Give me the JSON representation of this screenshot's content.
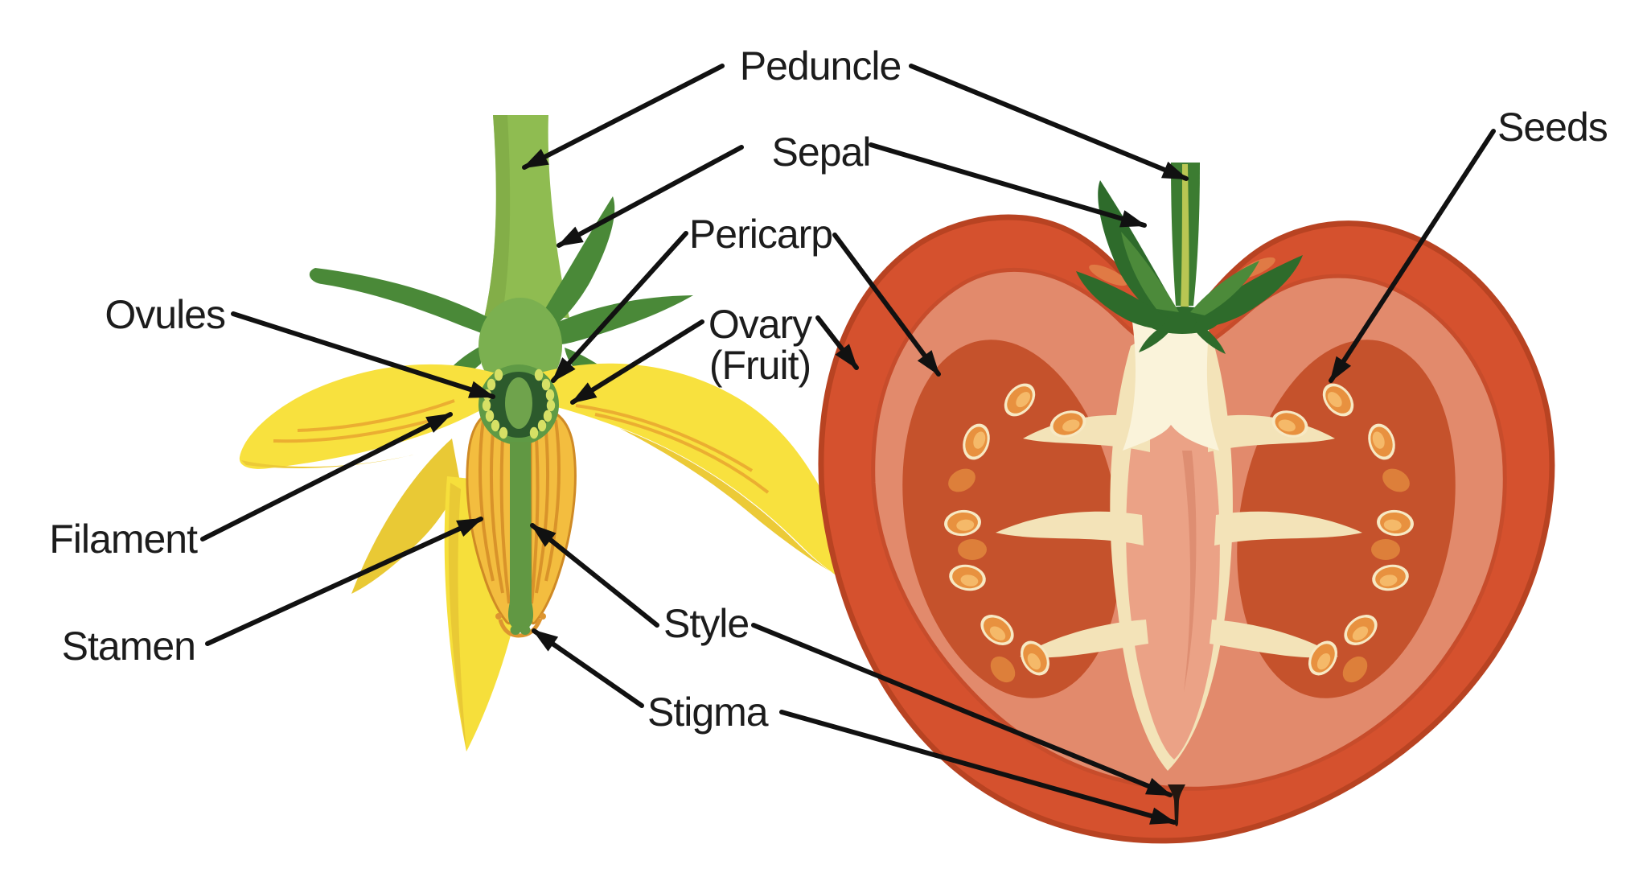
{
  "figure": {
    "description": "Labeled cross-section diagram of a tomato flower (left) and tomato fruit (right)",
    "background": "#ffffff"
  },
  "labels": {
    "peduncle": "Peduncle",
    "sepal": "Sepal",
    "pericarp": "Pericarp",
    "ovary_line1": "Ovary",
    "ovary_line2": "(Fruit)",
    "ovules": "Ovules",
    "filament": "Filament",
    "stamen": "Stamen",
    "style": "Style",
    "stigma": "Stigma",
    "seeds": "Seeds"
  },
  "palette": {
    "label_text": "#1c1c1c",
    "arrow": "#111111",
    "flower_stem_green": "#8fbc51",
    "flower_sepal_green": "#4a8938",
    "flower_receptacle_green": "#7bb050",
    "petal_yellow": "#f8e13e",
    "petal_shade_yellow": "#ecca37",
    "petal_vein_orange": "#e9a52f",
    "stamen_orange": "#f3bd3f",
    "stamen_stripe": "#d9932a",
    "style_green": "#619843",
    "ovary_dark_green": "#2c5a2c",
    "ovule_dot": "#d6e065",
    "tomato_red": "#d5512e",
    "tomato_skin": "#b84322",
    "tomato_mesocarp": "#e28a6c",
    "tomato_locule": "#c5522c",
    "seed_orange": "#e8913f",
    "seed_outline": "#f7e9c4",
    "placenta_cream": "#f3e3b8",
    "columella_pink": "#eba286",
    "tomato_stem_green": "#3c7c31",
    "tomato_sepal_green": "#2e6b2b",
    "blossom_end_dark": "#241710"
  }
}
